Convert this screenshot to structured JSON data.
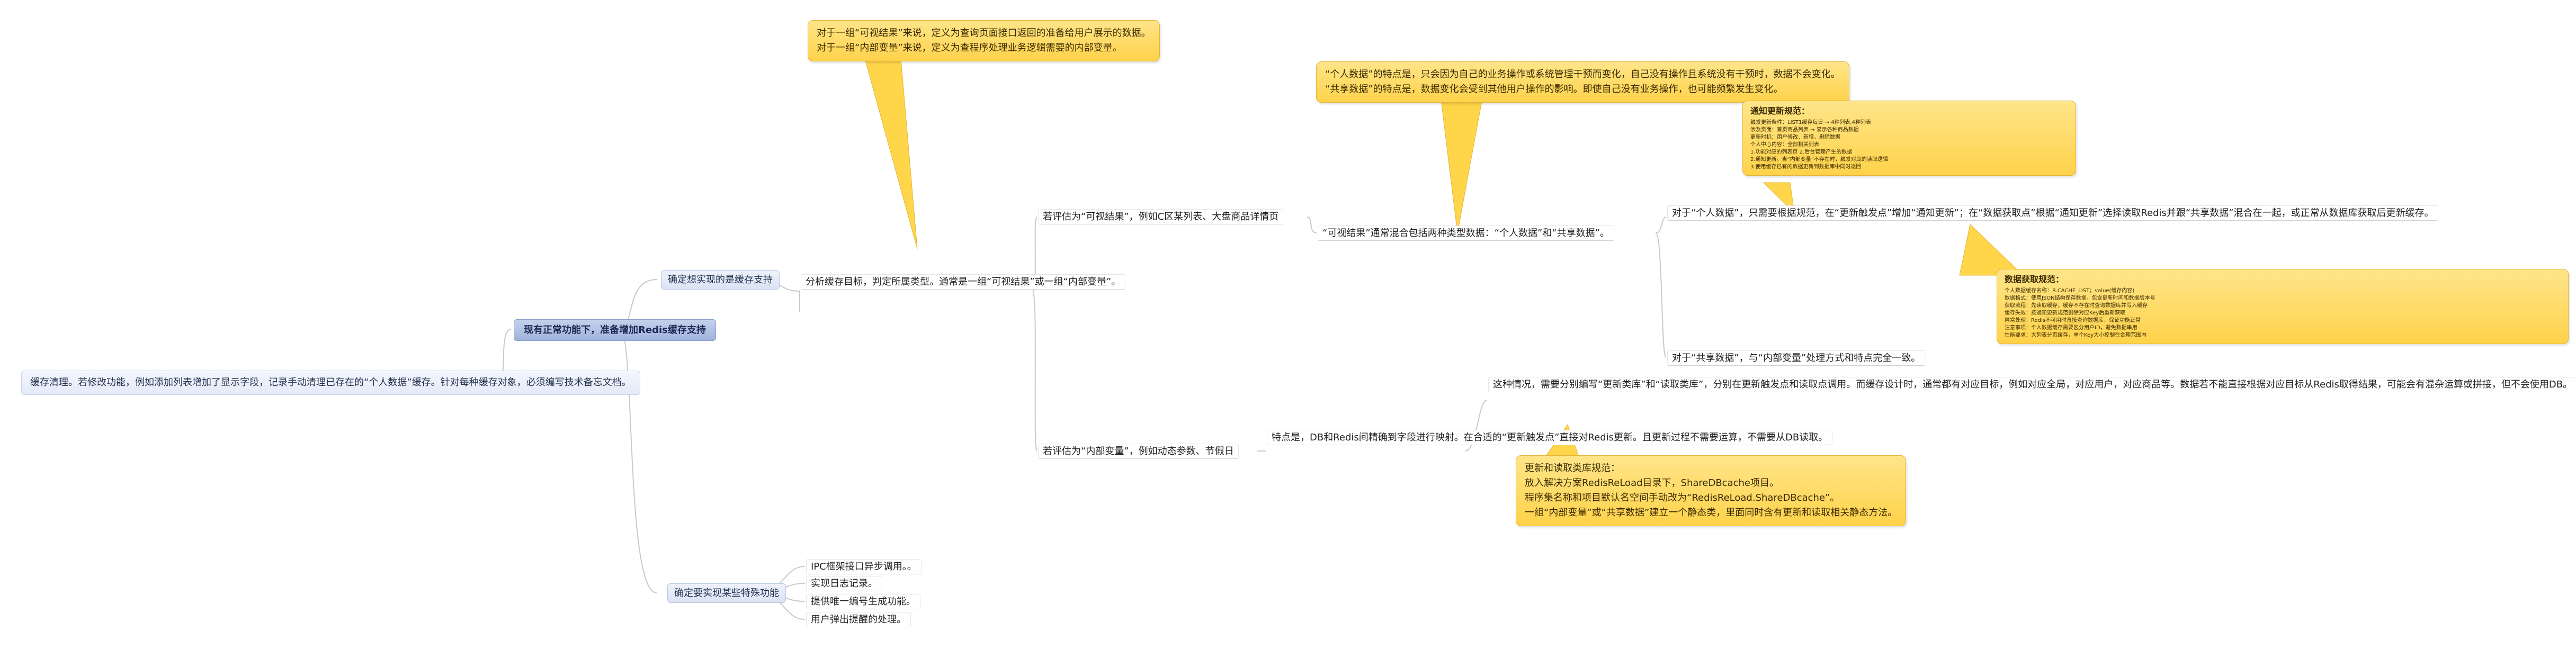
{
  "root": "现有正常功能下，准备增加Redis缓存支持",
  "side_note": [
    "缓存清理。若修改功能，例如添加列表增加了显示字段，记录手动清理已存在的“个人数据”缓存。",
    "针对每种缓存对象，必须编写技术备忘文档。"
  ],
  "branch1": {
    "label": "确定想实现的是缓存支持",
    "analysis": [
      "分析缓存目标，判定所属类型。",
      "通常是一组“可视结果”或一组“内部变量”。"
    ],
    "callout_top": [
      "对于一组“可视结果”来说，定义为查询页面接口返回的准备给用户展示的数据。",
      "对于一组“内部变量”来说，定义为查程序处理业务逻辑需要的内部变量。"
    ],
    "visible": {
      "label": "若评估为“可视结果”，例如C区某列表、大盘商品详情页",
      "child": "“可视结果”通常混合包括两种类型数据：“个人数据”和“共享数据”。",
      "callout": [
        "“个人数据”的特点是，只会因为自己的业务操作或系统管理干预而变化，自己没有操作且系统没有干预时，数据不会变化。",
        "“共享数据”的特点是，数据变化会受到其他用户操作的影响。即使自己没有业务操作，也可能频繁发生变化。"
      ],
      "personal": [
        "对于“个人数据”，只需要根据规范，在“更新触发点”增加“通知更新”；",
        "在“数据获取点”根据“通知更新”选择读取Redis并跟“共享数据”混合在一起，或正常从数据库获取后更新缓存。"
      ],
      "shared": "对于“共享数据”，与“内部变量”处理方式和特点完全一致。",
      "notify_title": "通知更新规范：",
      "notify_lines": [
        "触发更新条件：LIST1缓存每日 → 4种列表,4种列表",
        "涉及页面：首页商品列表 → 显示各种商品数据",
        "更新时机：用户修改、新增、删除数据",
        "个人中心内容：全部相关列表",
        "1.功能对应的列表页 2.后台管理产生的数据",
        "2.通知更新。当“内部变量”不存在时，触发对应的读取逻辑",
        "3.使用缓存已有的数据更新到数据库中同时返回"
      ],
      "fetch_title": "数据获取规范：",
      "fetch_lines": [
        "个人数据缓存名称：R.CACHE_LIST；value(缓存内容)",
        "数据格式：使用JSON结构保存数据，包含更新时间和数据版本号",
        "获取流程：先读取缓存，缓存不存在时查询数据库并写入缓存",
        "缓存失效：按通知更新规范删除对应Key后重新获取",
        "异常处理：Redis不可用时直接查询数据库，保证功能正常",
        "注意事项：个人数据缓存需要区分用户ID，避免数据串用",
        "性能要求：大列表分页缓存，单个Key大小控制在合理范围内"
      ]
    },
    "internal": {
      "label": "若评估为“内部变量”，例如动态参数、节假日",
      "child": [
        "特点是，DB和Redis间精确到字段进行映射。",
        "在合适的“更新触发点”直接对Redis更新。",
        "且更新过程不需要运算，不需要从DB读取。"
      ],
      "desc": [
        "这种情况，需要分别编写“更新类库”和“读取类库”，分别在更新触发点和读取点调用。",
        "而缓存设计时，通常都有对应目标，例如对应全局，对应用户，对应商品等。",
        "数据若不能直接根据对应目标从Redis取得结果，可能会有混杂运算或拼接，但不会使用DB。"
      ],
      "callout": [
        "更新和读取类库规范：",
        "放入解决方案RedisReLoad目录下，ShareDBcache项目。",
        "程序集名称和项目默认名空间手动改为“RedisReLoad.ShareDBcache”。",
        "一组“内部变量”或“共享数据”建立一个静态类，里面同时含有更新和读取相关静态方法。"
      ]
    }
  },
  "branch2": {
    "label": "确定要实现某些特殊功能",
    "items": [
      "IPC框架接口异步调用。。",
      "实现日志记录。",
      "提供唯一编号生成功能。",
      "用户弹出提醒的处理。"
    ]
  }
}
